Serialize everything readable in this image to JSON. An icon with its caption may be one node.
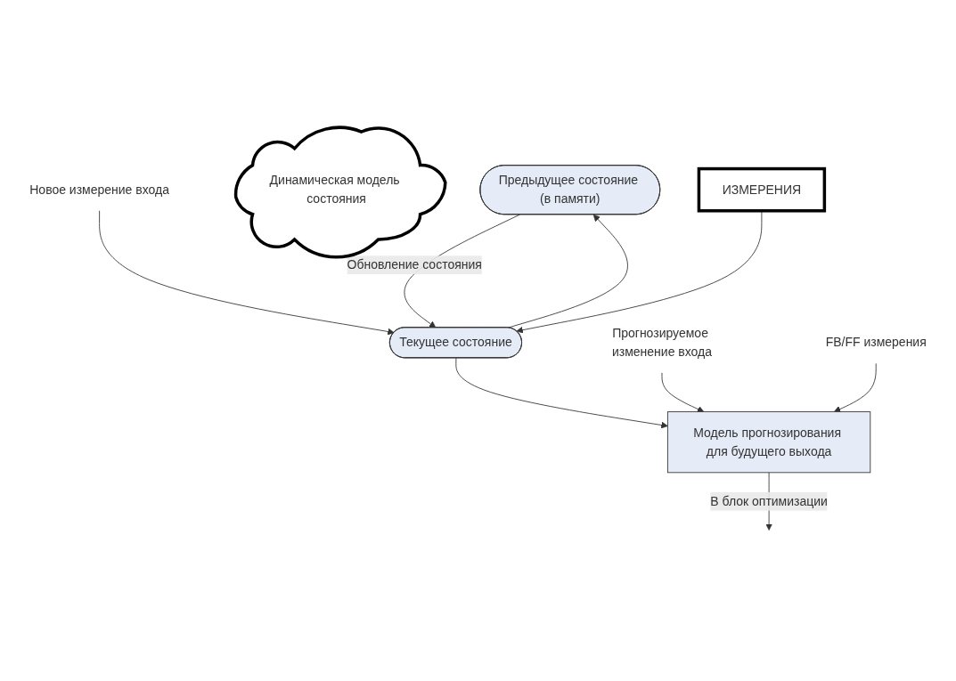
{
  "diagram": {
    "nodes": [
      {
        "text": [
          "Предыдущее состояние (в памяти)"
        ]
      },
      {
        "text": [
          "Динамическая модель состояния"
        ]
      },
      {
        "text": [
          "Новое измерение входа"
        ]
      },
      {
        "text": [
          "Текущее состояние"
        ]
      },
      {
        "text": [
          "ИЗМЕРЕНИЯ"
        ]
      },
      {
        "text": [
          "Прогнозируемое изменение входа"
        ]
      },
      {
        "text": [
          "Модель прогнозирования для будущего выхода"
        ]
      },
      {
        "text": [
          "FB/FF измерения"
        ]
      }
    ],
    "edges": [
      {
        "from": 0,
        "to": 3,
        "arrow": "to",
        "label": "Обновление состояния"
      },
      {
        "from": 3,
        "to": 0,
        "arrow": "to"
      },
      {
        "from": 2,
        "to": 3,
        "arrow": "to"
      },
      {
        "from": 4,
        "to": 3,
        "arrow": "to"
      },
      {
        "from": 3,
        "to": 6,
        "arrow": "to"
      },
      {
        "from": 5,
        "to": 6,
        "arrow": "to"
      },
      {
        "from": 7,
        "to": 6,
        "arrow": "to"
      },
      {
        "from": 6,
        "to": null,
        "arrow": "to",
        "label": "В блок оптимизации"
      }
    ]
  }
}
